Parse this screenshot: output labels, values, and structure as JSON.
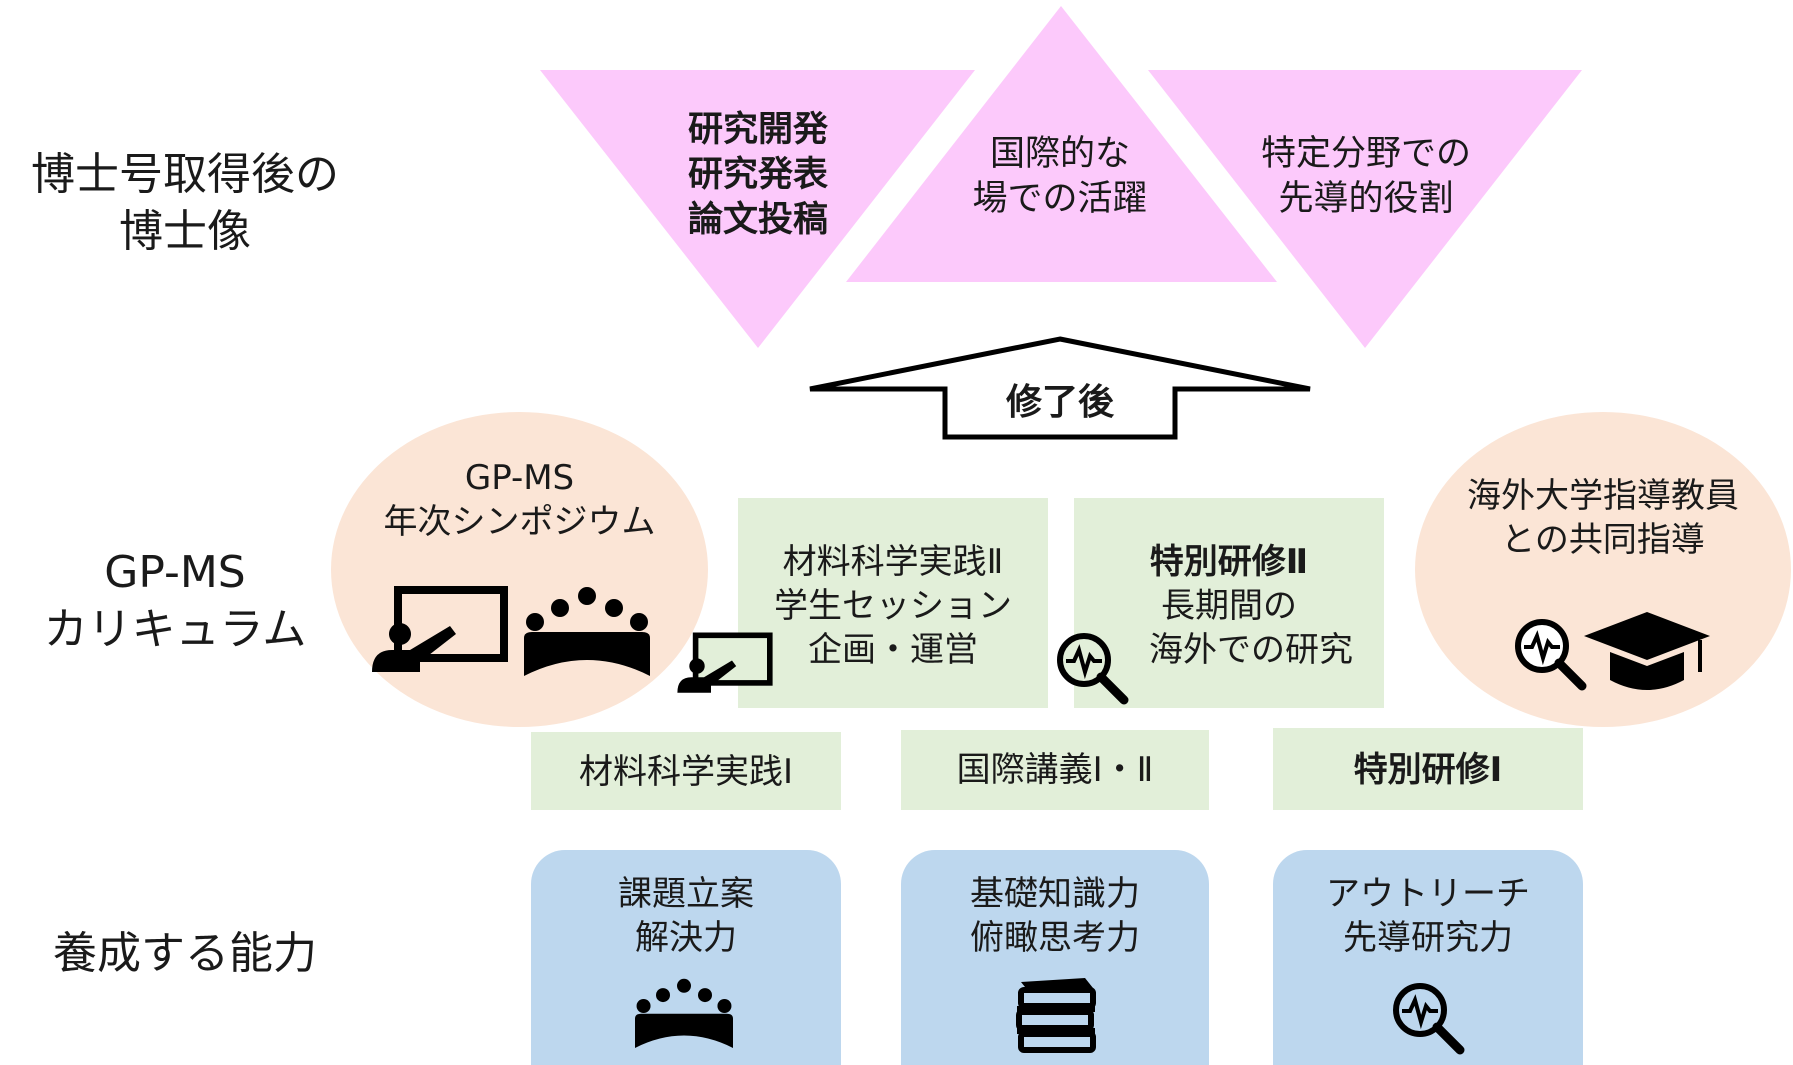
{
  "row_labels": {
    "phd_image": [
      "博士号取得後の",
      "博士像"
    ],
    "curriculum": [
      "GP-MS",
      "カリキュラム"
    ],
    "abilities": [
      "養成する能力"
    ]
  },
  "triangles": {
    "left": [
      "研究開発",
      "研究発表",
      "論文投稿"
    ],
    "center": [
      "国際的な",
      "場での活躍"
    ],
    "right": [
      "特定分野での",
      "先導的役割"
    ]
  },
  "arrow_label": "修了後",
  "symposium": [
    "GP-MS",
    "年次シンポジウム"
  ],
  "overseas_guidance": [
    "海外大学指導教員",
    "との共同指導"
  ],
  "practice2": [
    "材料科学実践Ⅱ",
    "学生セッション",
    "企画・運営"
  ],
  "training2": [
    "特別研修Ⅱ",
    "長期間の",
    "海外での研究"
  ],
  "practice1": "材料科学実践Ⅰ",
  "lectures": "国際講義Ⅰ・Ⅱ",
  "training1": "特別研修Ⅰ",
  "abilities": {
    "planning": [
      "課題立案",
      "解決力"
    ],
    "knowledge": [
      "基礎知識力",
      "俯瞰思考力"
    ],
    "outreach": [
      "アウトリーチ",
      "先導研究力"
    ]
  },
  "colors": {
    "triangle": "#fcc9fb",
    "green_box": "#e2efd9",
    "blue_box": "#bdd7ee",
    "ellipse": "#fbe5d6"
  },
  "icons": [
    "presentation-icon",
    "audience-icon",
    "magnifier-chart-icon",
    "graduation-cap-icon",
    "books-icon"
  ]
}
